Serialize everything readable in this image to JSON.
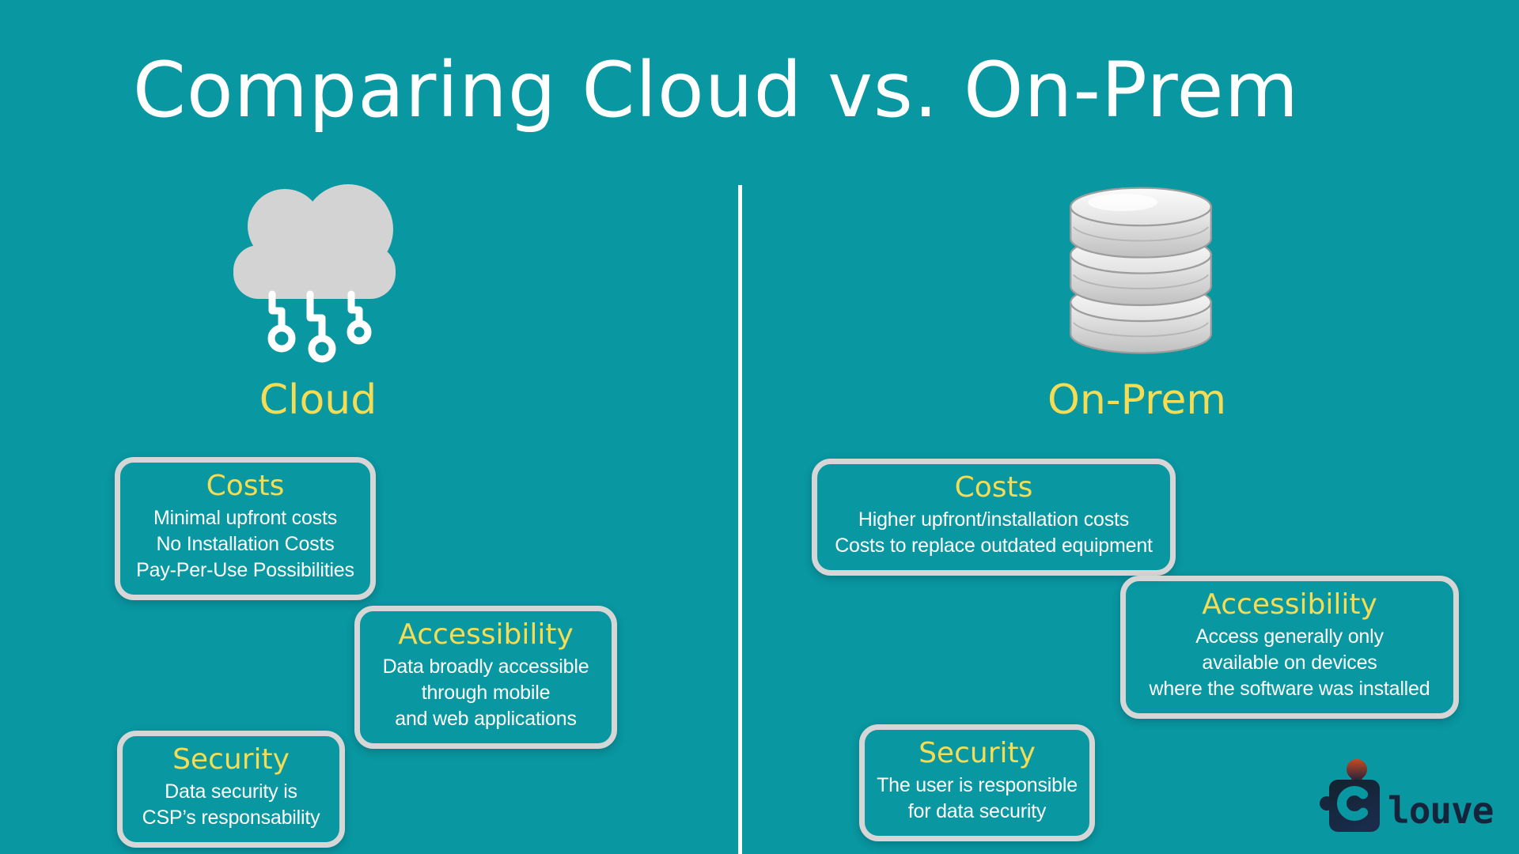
{
  "title": "Comparing Cloud vs. On-Prem",
  "theme": {
    "background": "#0997A1",
    "yellow": "#F4DC55",
    "white": "#FFFFFF",
    "box_border": "#D6D6D6",
    "icon_gray": "#D3D3D3",
    "disk_light": "#FAFAFA",
    "disk_dark": "#C0C0C0",
    "logo_navy": "#15233B",
    "logo_red": "#C84A22"
  },
  "columns": [
    {
      "id": "cloud",
      "label": "Cloud",
      "icon": "cloud-circuit-icon",
      "boxes": [
        {
          "heading": "Costs",
          "lines": [
            "Minimal upfront costs",
            "No Installation Costs",
            "Pay-Per-Use Possibilities"
          ]
        },
        {
          "heading": "Accessibility",
          "lines": [
            "Data broadly accessible",
            "through mobile",
            "and web applications"
          ]
        },
        {
          "heading": "Security",
          "lines": [
            "Data security is",
            "CSP’s responsability"
          ]
        }
      ]
    },
    {
      "id": "onprem",
      "label": "On-Prem",
      "icon": "database-stack-icon",
      "boxes": [
        {
          "heading": "Costs",
          "lines": [
            "Higher upfront/installation costs",
            "Costs to replace outdated equipment"
          ]
        },
        {
          "heading": "Accessibility",
          "lines": [
            "Access generally only",
            "available on devices",
            "where the software was installed"
          ]
        },
        {
          "heading": "Security",
          "lines": [
            "The user is responsible",
            "for data security"
          ]
        }
      ]
    }
  ],
  "logo": {
    "text": "louve"
  }
}
